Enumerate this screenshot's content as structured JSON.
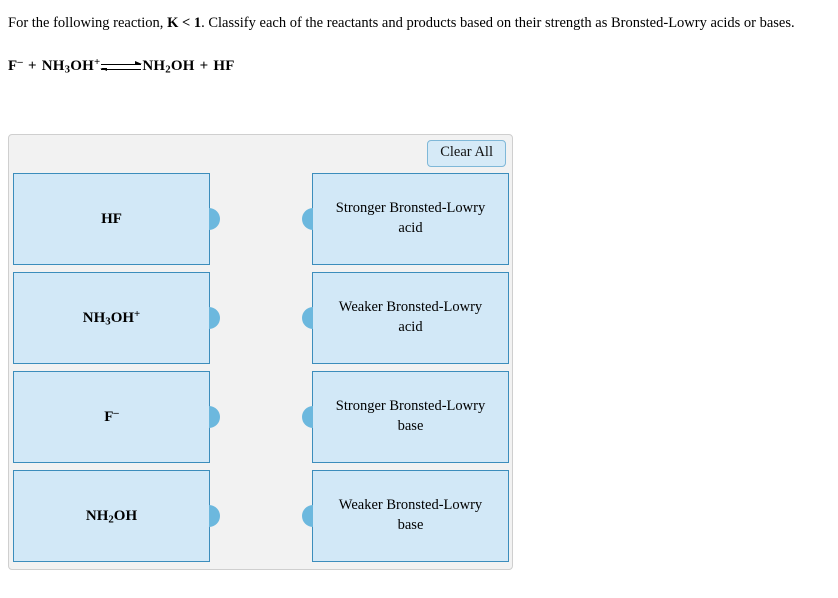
{
  "prompt": {
    "text_before": "For the following reaction, ",
    "emphasis": "K < 1",
    "text_after": ". Classify each of the reactants and products based on their strength as Bronsted-Lowry acids or bases."
  },
  "equation": {
    "reactant_1": "F",
    "reactant_1_charge": "–",
    "plus_1": "+",
    "reactant_2": "NH",
    "reactant_2_sub": "3",
    "reactant_2_mid": "OH",
    "reactant_2_charge": "+",
    "arrow": "equilibrium-arrow",
    "product_1": "NH",
    "product_1_sub": "2",
    "product_1_mid": "OH",
    "plus_2": "+",
    "product_2": "HF"
  },
  "panel": {
    "clear_all_label": "Clear All",
    "left_column": [
      {
        "label": "HF",
        "sub": "",
        "mid": "",
        "charge": ""
      },
      {
        "label": "NH",
        "sub": "3",
        "mid": "OH",
        "charge": "+"
      },
      {
        "label": "F",
        "sub": "",
        "mid": "",
        "charge": "–"
      },
      {
        "label": "NH",
        "sub": "2",
        "mid": "OH",
        "charge": ""
      }
    ],
    "right_column": [
      {
        "label": "Stronger Bronsted-Lowry acid"
      },
      {
        "label": "Weaker Bronsted-Lowry acid"
      },
      {
        "label": "Stronger Bronsted-Lowry base"
      },
      {
        "label": "Weaker Bronsted-Lowry base"
      }
    ]
  },
  "colors": {
    "card_fill": "#d2e8f7",
    "card_border": "#3c8dbc",
    "nub": "#6cb8de",
    "panel_bg": "#f2f2f2",
    "panel_border": "#cfcfcf",
    "button_fill": "#d6eaf7",
    "button_border": "#7fb8d8"
  }
}
